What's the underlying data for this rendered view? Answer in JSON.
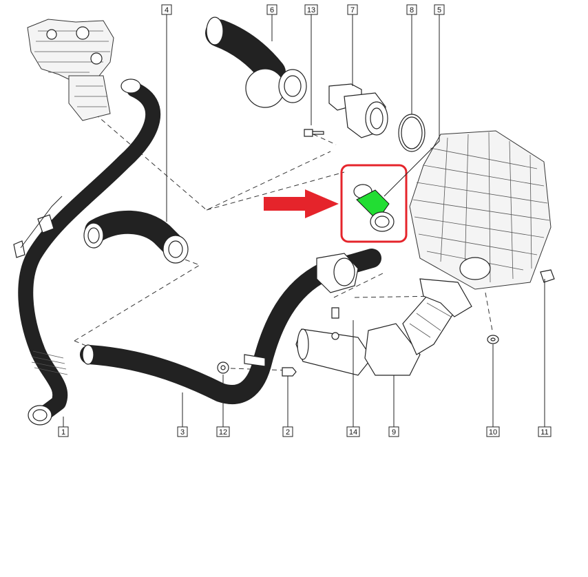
{
  "diagram": {
    "callouts": [
      {
        "id": "1",
        "label": "1"
      },
      {
        "id": "2",
        "label": "2"
      },
      {
        "id": "3",
        "label": "3"
      },
      {
        "id": "4",
        "label": "4"
      },
      {
        "id": "5",
        "label": "5"
      },
      {
        "id": "6",
        "label": "6"
      },
      {
        "id": "7",
        "label": "7"
      },
      {
        "id": "8",
        "label": "8"
      },
      {
        "id": "9",
        "label": "9"
      },
      {
        "id": "10",
        "label": "10"
      },
      {
        "id": "11",
        "label": "11"
      },
      {
        "id": "12",
        "label": "12"
      },
      {
        "id": "13",
        "label": "13"
      },
      {
        "id": "14",
        "label": "14"
      }
    ],
    "colors": {
      "highlight_frame": "#e5242b",
      "arrow": "#e5242b",
      "highlight_part": "#22dd33",
      "line": "#222222"
    }
  }
}
